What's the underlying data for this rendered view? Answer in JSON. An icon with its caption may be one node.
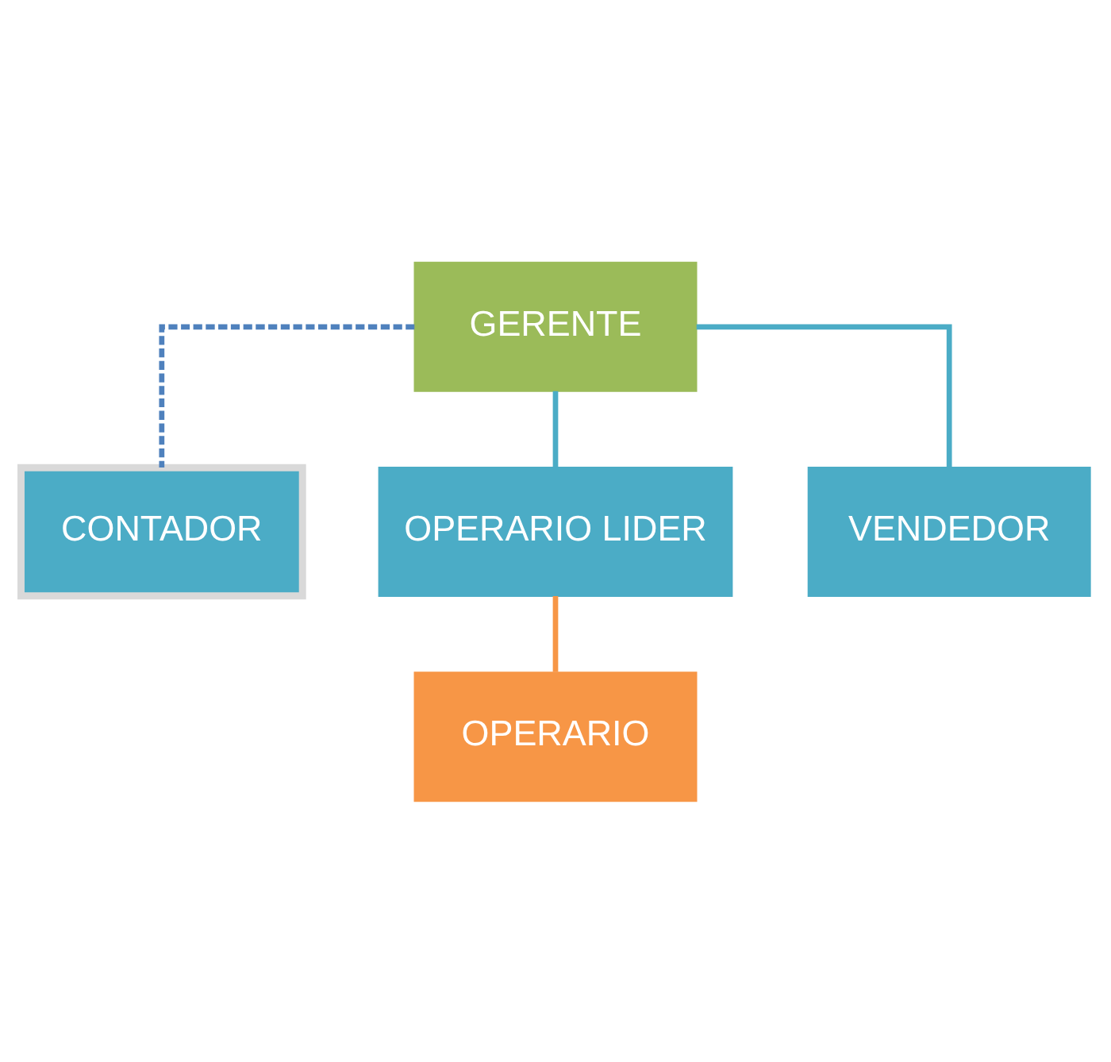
{
  "diagram": {
    "nodes": [
      {
        "text": [
          "GERENTE"
        ]
      },
      {
        "text": [
          "CONTADOR"
        ]
      },
      {
        "text": [
          "OPERARIO LIDER"
        ]
      },
      {
        "text": [
          "VENDEDOR"
        ]
      },
      {
        "text": [
          "OPERARIO"
        ]
      }
    ],
    "edges": [
      {
        "from": 0,
        "to": 1,
        "arrow": "none",
        "style": "dashed",
        "color": "#4f81bd"
      },
      {
        "from": 0,
        "to": 2,
        "arrow": "none"
      },
      {
        "from": 0,
        "to": 3,
        "arrow": "none"
      },
      {
        "from": 2,
        "to": 4,
        "arrow": "none",
        "color": "#f79646"
      }
    ]
  }
}
